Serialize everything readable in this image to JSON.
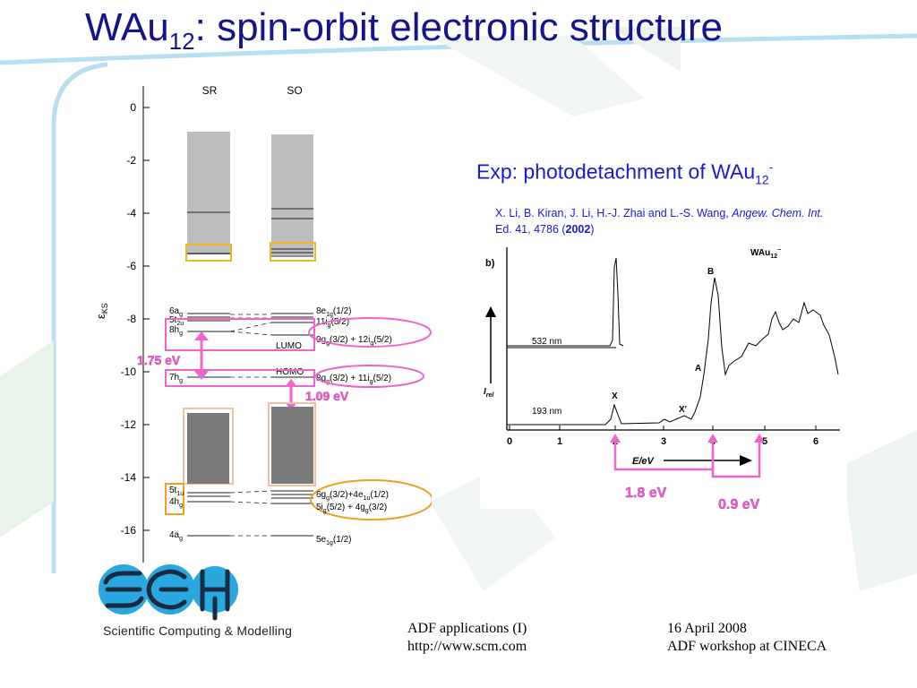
{
  "slide": {
    "title_main": "WAu",
    "title_sub": "12",
    "title_rest": ": spin-orbit electronic structure"
  },
  "diagram": {
    "col_sr": "SR",
    "col_so": "SO",
    "axis_label": "ε",
    "axis_label_sub": "KS",
    "y_ticks": [
      "0",
      "-2",
      "-4",
      "-6",
      "-8",
      "-10",
      "-12",
      "-14",
      "-16"
    ],
    "sr_labels": [
      {
        "main": "6a",
        "sub": "g",
        "tail": ""
      },
      {
        "main": "5t",
        "sub": "2u",
        "tail": ""
      },
      {
        "main": "8h",
        "sub": "g",
        "tail": ""
      },
      {
        "main": "7h",
        "sub": "g",
        "tail": ""
      },
      {
        "main": "5t",
        "sub": "1u",
        "tail": ""
      },
      {
        "main": "4h",
        "sub": "g",
        "tail": ""
      },
      {
        "main": "4a",
        "sub": "g",
        "tail": ""
      }
    ],
    "so_labels": [
      {
        "main": "8e",
        "sub": "1g",
        "tail": "(1/2)"
      },
      {
        "main": "11i",
        "sub": "g",
        "tail": "(5/2)"
      },
      {
        "main": "9g",
        "sub": "g",
        "tail": "(3/2) + 12i",
        "sub2": "g",
        "tail2": "(5/2)"
      },
      {
        "main": "8g",
        "sub": "g",
        "tail": "(3/2) + 11i",
        "sub2": "g",
        "tail2": "(5/2)"
      },
      {
        "main": "6g",
        "sub": "g",
        "tail": "(3/2)+4e",
        "sub2": "1u",
        "tail2": "(1/2)"
      },
      {
        "main": "5i",
        "sub": "g",
        "tail": "(5/2) + 4g",
        "sub2": "g",
        "tail2": "(3/2)"
      },
      {
        "main": "5e",
        "sub": "1g",
        "tail": "(1/2)"
      }
    ],
    "lumo": "LUMO",
    "homo": "HOMO",
    "gap_sr": "1.75 eV",
    "gap_so": "1.09 eV"
  },
  "experiment": {
    "title_main": "Exp: photodetachment of WAu",
    "title_sub": "12",
    "title_sup": "-",
    "ref_authors": "X. Li, B. Kiran, J. Li, H.-J. Zhai and L.-S. Wang, ",
    "ref_journal": "Angew. Chem. Int.",
    "ref_ed": " Ed. 41, 4786 (",
    "ref_year": "2002",
    "ref_close": ")",
    "panel_label": "b)",
    "species_main": "WAu",
    "species_sub": "12",
    "species_sup": "−",
    "trace_532": "532 nm",
    "trace_193": "193 nm",
    "peak_b": "B",
    "peak_a": "A",
    "peak_x": "X",
    "peak_x2": "X'",
    "y_label": "I",
    "y_label_sub": "rel",
    "x_label": "E/eV",
    "x_ticks": [
      "0",
      "1",
      "2",
      "3",
      "4",
      "5",
      "6"
    ],
    "gap_a": "1.8 eV",
    "gap_b": "0.9 eV"
  },
  "logo": {
    "text": "Scientific Computing & Modelling"
  },
  "footer": {
    "left1": "ADF applications (I)",
    "left2": "http://www.scm.com",
    "right1": "16 April 2008",
    "right2": "ADF workshop at CINECA"
  },
  "colors": {
    "title": "#14148c",
    "accent_blue": "#1a1ad0",
    "magenta": "#ee66cc",
    "orange": "#f0a020",
    "logo_blue": "#29a8e0"
  }
}
